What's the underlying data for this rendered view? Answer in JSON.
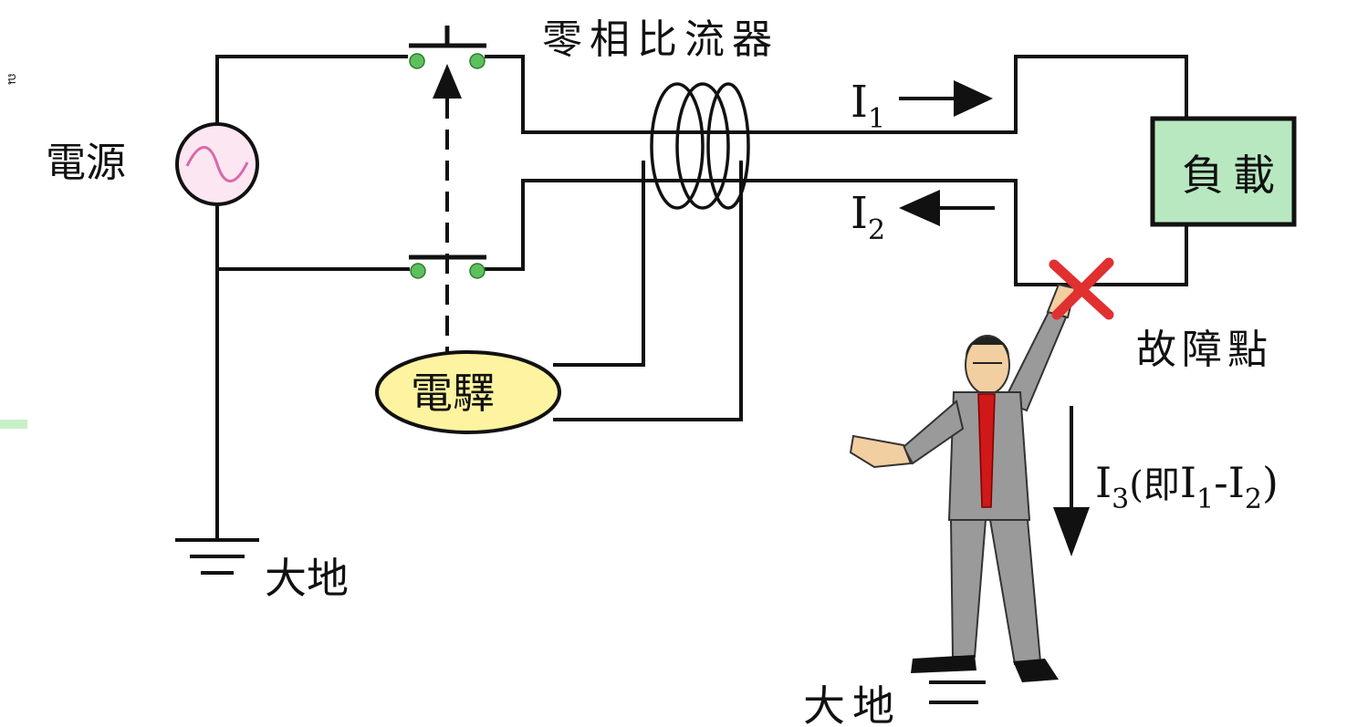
{
  "labels": {
    "ct": "零相比流器",
    "source": "電源",
    "relay": "電驛",
    "load": "負載",
    "fault": "故障點",
    "ground_left": "大地",
    "ground_bottom": "大地"
  },
  "currents": {
    "i1": {
      "main": "I",
      "sub": "1"
    },
    "i2": {
      "main": "I",
      "sub": "2"
    },
    "i3": {
      "main": "I",
      "sub": "3",
      "tail_open": "(即",
      "tail_i1": "I",
      "tail_i1_sub": "1",
      "tail_minus": "-",
      "tail_i2": "I",
      "tail_i2_sub": "2",
      "tail_close": ")"
    }
  },
  "side_mark": "ณ",
  "colors": {
    "wire": "#111111",
    "source_fill": "#fbe6f2",
    "source_wave": "#d86aa8",
    "relay_fill": "#fdf3a0",
    "load_fill": "#b8e8c0",
    "contact": "#5cc15c",
    "fault_cross": "#e03030",
    "suit": "#9a9a9a",
    "tie": "#d01818",
    "skin": "#f2cfa0"
  },
  "icons": {
    "source": "ac-source-icon",
    "ground": "ground-icon",
    "relay": "relay-icon",
    "ct": "current-transformer-icon",
    "fault": "fault-cross-icon",
    "person": "person-figure-icon"
  }
}
